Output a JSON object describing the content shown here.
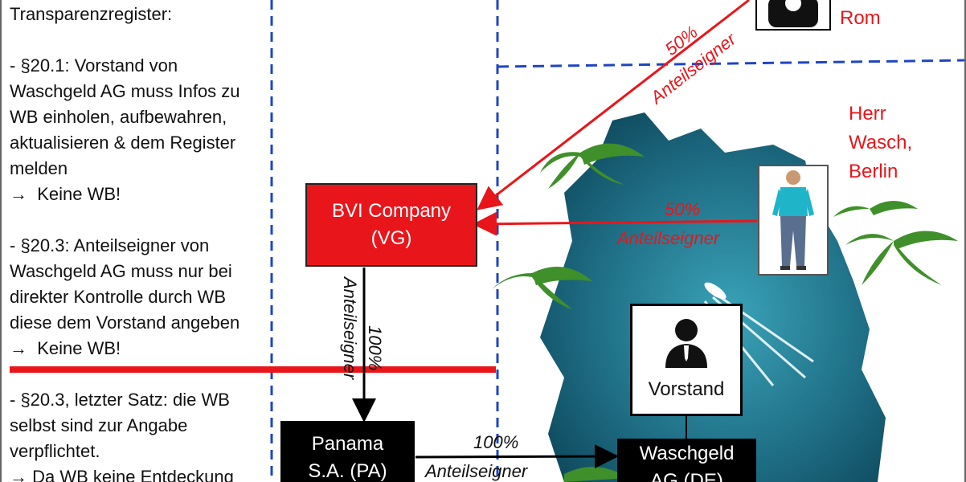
{
  "left_text": {
    "heading": "Transparenzregister:",
    "p1": [
      "- §20.1: Vorstand von",
      "Waschgeld AG muss Infos zu",
      "WB einholen, aufbewahren,",
      "aktualisieren & dem Register",
      "melden"
    ],
    "p1_result": "Keine WB!",
    "p2": [
      "- §20.3: Anteilseigner von",
      "Waschgeld AG muss nur bei",
      "direkter Kontrolle durch WB",
      "diese dem Vorstand angeben"
    ],
    "p2_result": "Keine WB!",
    "p3": [
      "- §20.3, letzter Satz: die WB",
      "selbst sind zur Angabe",
      "verpflichtet."
    ],
    "p3_result": "Da WB keine Entdeckung",
    "arrow_glyph": "→"
  },
  "persons": {
    "rom_label": "Rom",
    "berlin_label": "Herr\nWasch,\nBerlin"
  },
  "nodes": {
    "bvi": "BVI Company\n(VG)",
    "panama": "Panama\nS.A. (PA)",
    "waschgeld": "Waschgeld\nAG (DE)",
    "vorstand": "Vorstand"
  },
  "edges": {
    "rom_to_bvi": {
      "pct": "50%",
      "type": "Anteilseigner"
    },
    "berlin_to_bvi": {
      "pct": "50%",
      "type": "Anteilseigner"
    },
    "bvi_to_panama": {
      "pct": "100%",
      "type": "Anteilseigner"
    },
    "panama_to_waschgeld": {
      "pct": "100%",
      "type": "Anteilseigner"
    }
  },
  "colors": {
    "red": "#e8161b",
    "black": "#000000",
    "divider_blue": "#1f45c4",
    "map_teal": "#1f6f86",
    "palm_green": "#3f8f2a"
  }
}
